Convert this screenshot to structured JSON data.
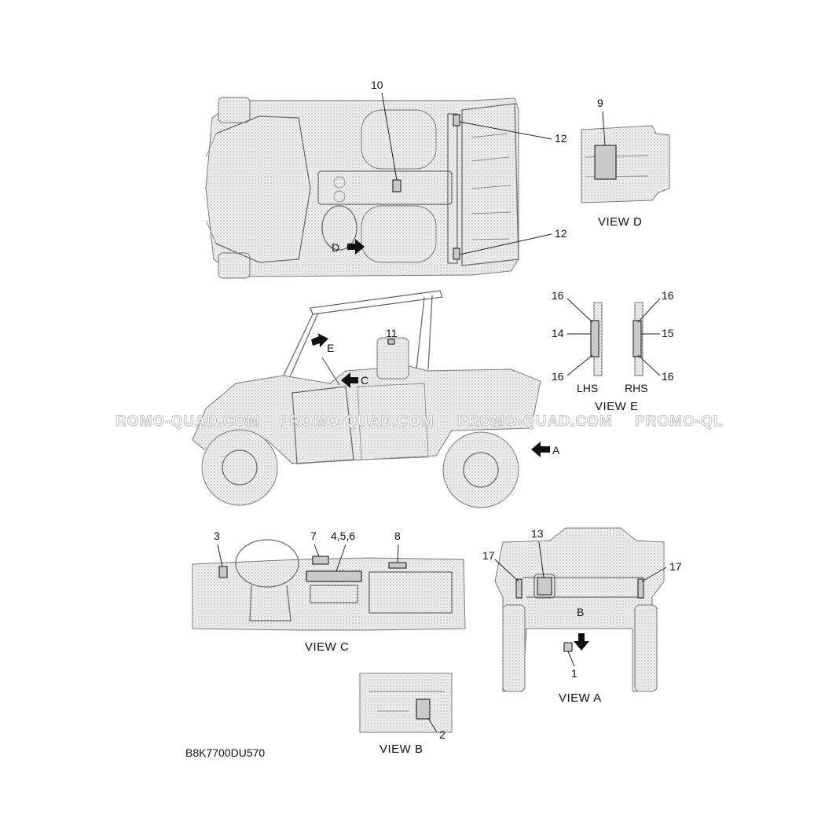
{
  "diagram": {
    "code": "B8K7700DU570",
    "watermark": [
      "ROMO-QUAD.COM",
      "PROMO-QUAD.COM",
      "PROMO-QUAD.COM",
      "PROMO-QL"
    ],
    "views": {
      "view_a": "VIEW A",
      "view_b": "VIEW B",
      "view_c": "VIEW C",
      "view_d": "VIEW D",
      "view_e": "VIEW E"
    },
    "side_labels": {
      "lhs": "LHS",
      "rhs": "RHS"
    },
    "arrows": {
      "a": "A",
      "b": "B",
      "c": "C",
      "d": "D",
      "e": "E"
    },
    "callouts": {
      "c1": "1",
      "c2": "2",
      "c3": "3",
      "c456": "4,5,6",
      "c7": "7",
      "c8": "8",
      "c9": "9",
      "c10": "10",
      "c11": "11",
      "c12a": "12",
      "c12b": "12",
      "c13": "13",
      "c14": "14",
      "c15": "15",
      "c16a": "16",
      "c16b": "16",
      "c16c": "16",
      "c16d": "16",
      "c17a": "17",
      "c17b": "17"
    }
  }
}
